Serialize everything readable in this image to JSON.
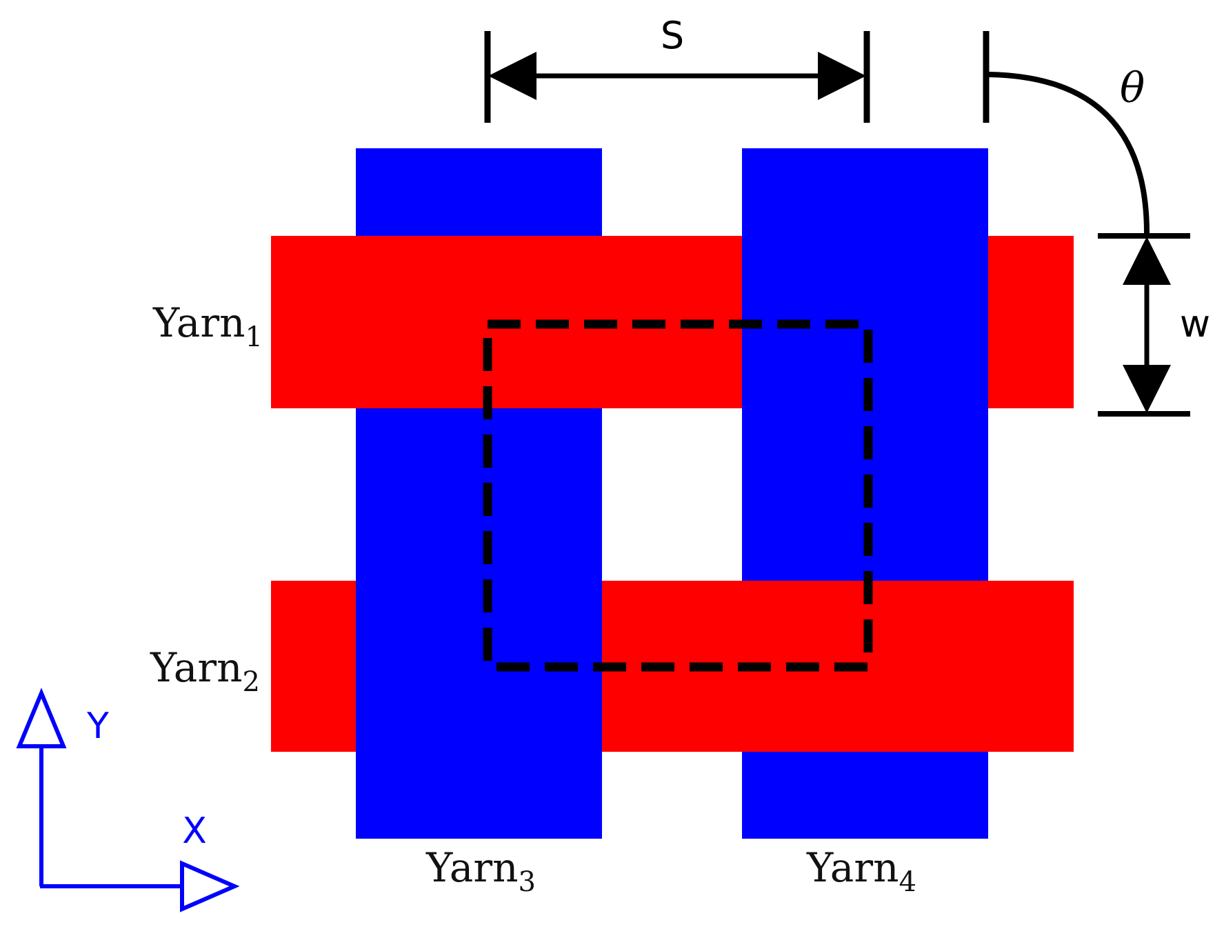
{
  "colors": {
    "weft_yarn": "#ff0000",
    "warp_yarn": "#0000ff",
    "axis": "#0000ff",
    "dimension": "#000000",
    "unit_cell": "#000000"
  },
  "yarns": {
    "yarn1": {
      "base": "Yarn",
      "sub": "1"
    },
    "yarn2": {
      "base": "Yarn",
      "sub": "2"
    },
    "yarn3": {
      "base": "Yarn",
      "sub": "3"
    },
    "yarn4": {
      "base": "Yarn",
      "sub": "4"
    }
  },
  "dimensions": {
    "spacing_label": "S",
    "width_label": "w",
    "angle_label": "θ"
  },
  "axes": {
    "x_label": "X",
    "y_label": "Y"
  }
}
